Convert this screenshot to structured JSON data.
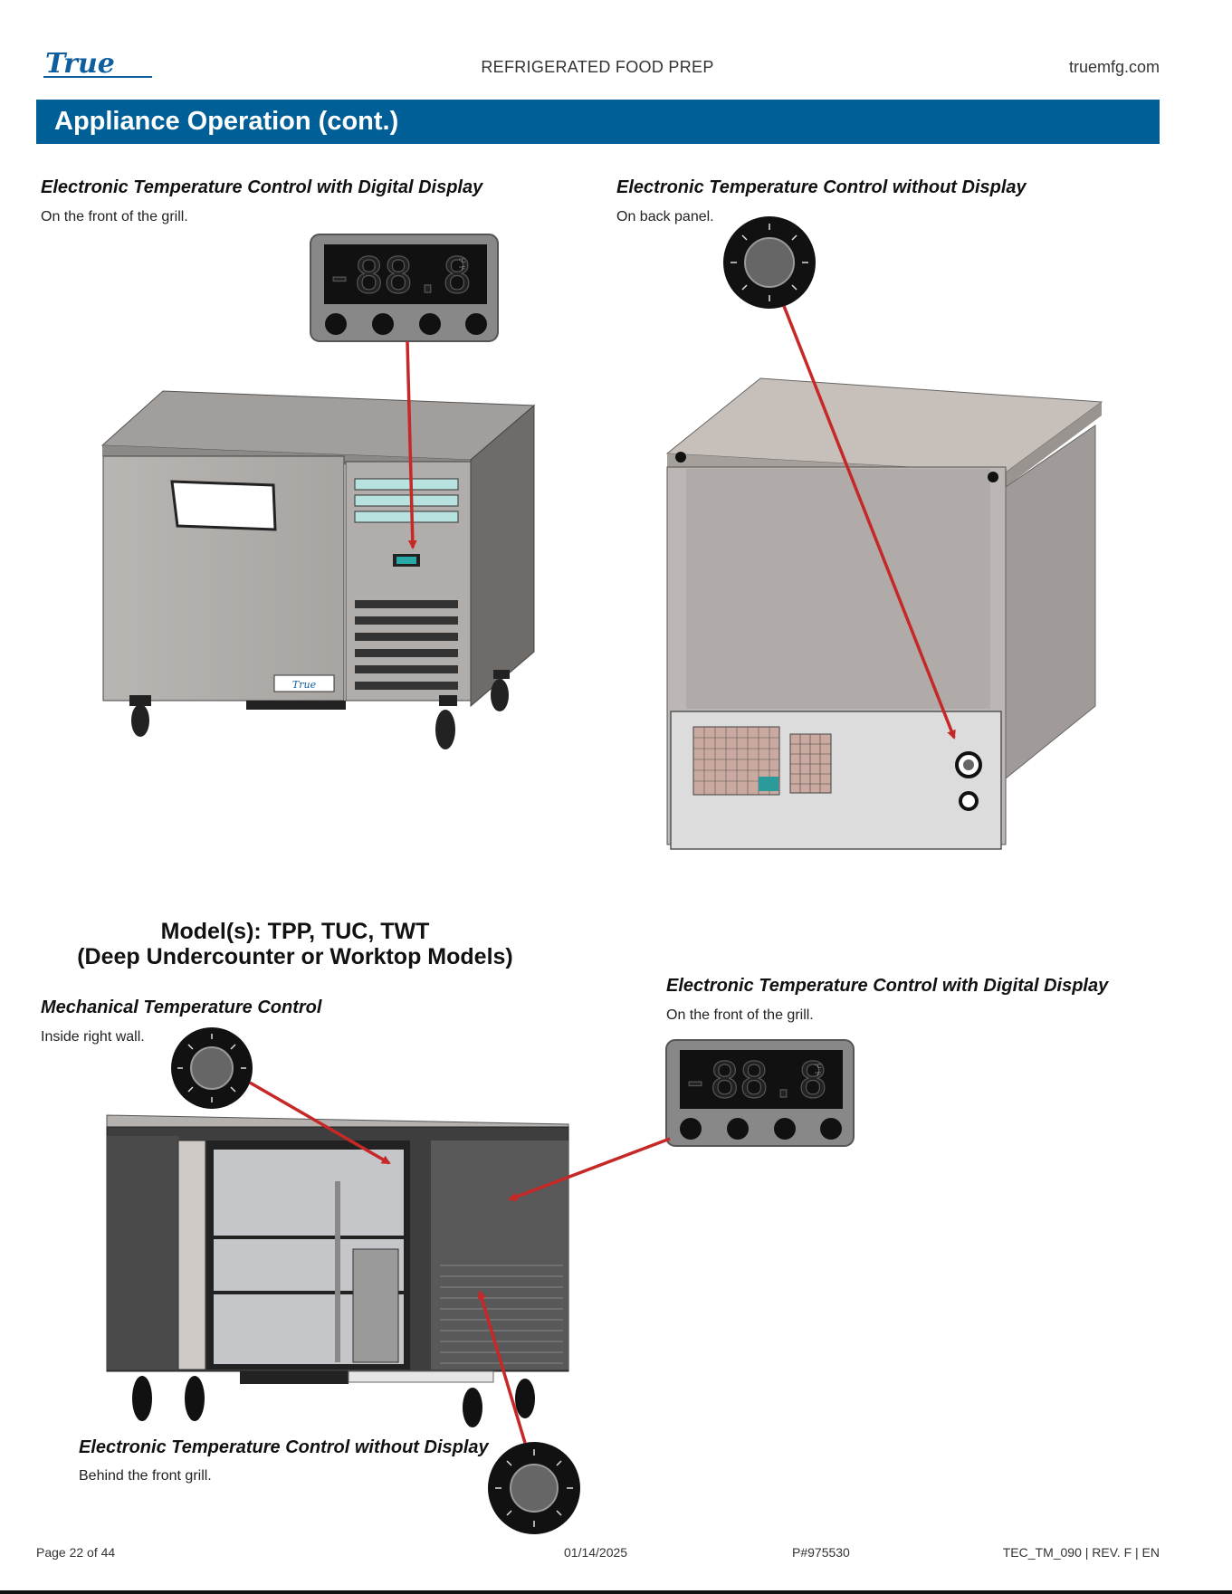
{
  "header": {
    "logo_text": "True",
    "center": "REFRIGERATED FOOD PREP",
    "right": "truemfg.com"
  },
  "banner": {
    "title": "Appliance Operation (cont.)"
  },
  "sections": {
    "top_left": {
      "title": "Electronic Temperature Control with Digital Display",
      "subtitle": "On the front of the grill."
    },
    "top_right": {
      "title": "Electronic Temperature Control without Display",
      "subtitle": "On back panel."
    },
    "models": {
      "line1": "Model(s): TPP, TUC, TWT",
      "line2": "(Deep Undercounter or Worktop Models)"
    },
    "mid_left": {
      "title": "Mechanical Temperature Control",
      "subtitle": "Inside right wall."
    },
    "mid_right": {
      "title": "Electronic Temperature Control with Digital Display",
      "subtitle": "On the front of the grill."
    },
    "bottom_left": {
      "title": "Electronic Temperature Control without Display",
      "subtitle": "Behind the front grill."
    }
  },
  "display": {
    "readout": "-88.8",
    "unit_c": "°C",
    "unit_f": "°F"
  },
  "colors": {
    "banner": "#015f98",
    "arrow": "#c62828"
  },
  "footer": {
    "page": "Page 22 of 44",
    "date": "01/14/2025",
    "part": "P#975530",
    "doc": "TEC_TM_090 | REV. F | EN"
  }
}
